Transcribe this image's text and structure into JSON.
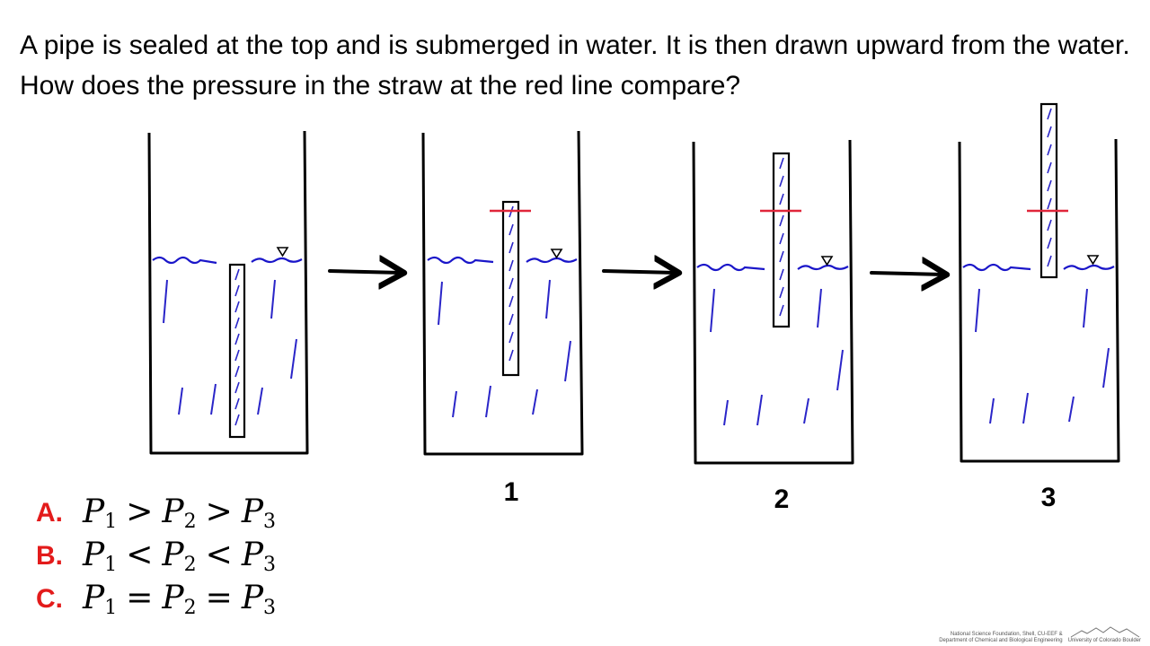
{
  "question": "A pipe is sealed at the top and is submerged in water. It is then drawn upward from the water. How does the pressure in the straw at the red line compare?",
  "panels": [
    {
      "label": ""
    },
    {
      "label": "1"
    },
    {
      "label": "2"
    },
    {
      "label": "3"
    }
  ],
  "options": [
    {
      "letter": "A.",
      "relation": ">"
    },
    {
      "letter": "B.",
      "relation": "<"
    },
    {
      "letter": "C.",
      "relation": "="
    }
  ],
  "variable_symbol": "P",
  "variable_subscripts": [
    "1",
    "2",
    "3"
  ],
  "footer": {
    "credit_line1": "National Science Foundation, Shell, CU-EEF &",
    "credit_line2": "Department of Chemical and Biological Engineering",
    "university": "University of Colorado Boulder"
  },
  "colors": {
    "water_line": "#1a16c9",
    "rain_dash": "#2a25c8",
    "red_line": "#e0263a",
    "option_letter": "#e31b1b",
    "ink": "#000000"
  },
  "icons": [
    "arrow-right-icon",
    "water-level-triangle-icon",
    "mountain-logo-icon"
  ]
}
